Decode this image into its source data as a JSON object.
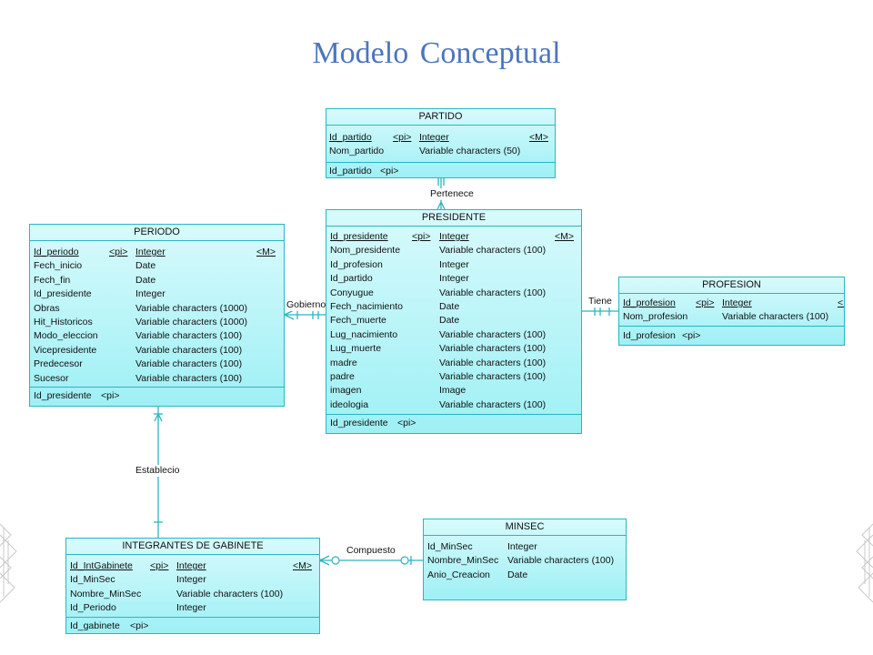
{
  "title": "Modelo  Conceptual",
  "relationships": {
    "pertenece": "Pertenece",
    "gobierno": "Gobierno",
    "tiene": "Tiene",
    "establecio": "Establecio",
    "compuesto": "Compuesto"
  },
  "entities": {
    "partido": {
      "name": "PARTIDO",
      "attributes": [
        {
          "name": "Id_partido",
          "tag": "<pi>",
          "type": "Integer",
          "flag": "<M>"
        },
        {
          "name": "Nom_partido",
          "tag": "",
          "type": "Variable characters (50)",
          "flag": ""
        }
      ],
      "key": {
        "name": "Id_partido",
        "tag": "<pi>"
      }
    },
    "presidente": {
      "name": "PRESIDENTE",
      "attributes": [
        {
          "name": "Id_presidente",
          "tag": "<pi>",
          "type": "Integer",
          "flag": "<M>"
        },
        {
          "name": "Nom_presidente",
          "tag": "",
          "type": "Variable characters (100)",
          "flag": ""
        },
        {
          "name": "Id_profesion",
          "tag": "",
          "type": "Integer",
          "flag": ""
        },
        {
          "name": "Id_partido",
          "tag": "",
          "type": "Integer",
          "flag": ""
        },
        {
          "name": "Conyugue",
          "tag": "",
          "type": "Variable characters (100)",
          "flag": ""
        },
        {
          "name": "Fech_nacimiento",
          "tag": "",
          "type": "Date",
          "flag": ""
        },
        {
          "name": "Fech_muerte",
          "tag": "",
          "type": "Date",
          "flag": ""
        },
        {
          "name": "Lug_nacimiento",
          "tag": "",
          "type": "Variable characters (100)",
          "flag": ""
        },
        {
          "name": "Lug_muerte",
          "tag": "",
          "type": "Variable characters (100)",
          "flag": ""
        },
        {
          "name": "madre",
          "tag": "",
          "type": "Variable characters (100)",
          "flag": ""
        },
        {
          "name": "padre",
          "tag": "",
          "type": "Variable characters (100)",
          "flag": ""
        },
        {
          "name": "imagen",
          "tag": "",
          "type": "Image",
          "flag": ""
        },
        {
          "name": "ideologia",
          "tag": "",
          "type": "Variable characters (100)",
          "flag": ""
        }
      ],
      "key": {
        "name": "Id_presidente",
        "tag": "<pi>"
      }
    },
    "periodo": {
      "name": "PERIODO",
      "attributes": [
        {
          "name": "Id_periodo",
          "tag": "<pi>",
          "type": "Integer",
          "flag": "<M>"
        },
        {
          "name": "Fech_inicio",
          "tag": "",
          "type": "Date",
          "flag": ""
        },
        {
          "name": "Fech_fin",
          "tag": "",
          "type": "Date",
          "flag": ""
        },
        {
          "name": "Id_presidente",
          "tag": "",
          "type": "Integer",
          "flag": ""
        },
        {
          "name": "Obras",
          "tag": "",
          "type": "Variable characters (1000)",
          "flag": ""
        },
        {
          "name": "Hit_Historicos",
          "tag": "",
          "type": "Variable characters (1000)",
          "flag": ""
        },
        {
          "name": "Modo_eleccion",
          "tag": "",
          "type": "Variable characters (100)",
          "flag": ""
        },
        {
          "name": "Vicepresidente",
          "tag": "",
          "type": "Variable characters (100)",
          "flag": ""
        },
        {
          "name": "Predecesor",
          "tag": "",
          "type": "Variable characters (100)",
          "flag": ""
        },
        {
          "name": "Sucesor",
          "tag": "",
          "type": "Variable characters (100)",
          "flag": ""
        }
      ],
      "key": {
        "name": "Id_presidente",
        "tag": "<pi>"
      }
    },
    "profesion": {
      "name": "PROFESION",
      "attributes": [
        {
          "name": "Id_profesion",
          "tag": "<pi>",
          "type": "Integer",
          "flag": "<I"
        },
        {
          "name": "Nom_profesion",
          "tag": "",
          "type": "Variable characters (100)",
          "flag": ""
        }
      ],
      "key": {
        "name": "Id_profesion",
        "tag": "<pi>"
      }
    },
    "gabinete": {
      "name": "INTEGRANTES DE GABINETE",
      "attributes": [
        {
          "name": "Id_IntGabinete",
          "tag": "<pi>",
          "type": "Integer",
          "flag": "<M>"
        },
        {
          "name": "Id_MinSec",
          "tag": "",
          "type": "Integer",
          "flag": ""
        },
        {
          "name": "Nombre_MinSec",
          "tag": "",
          "type": "Variable characters (100)",
          "flag": ""
        },
        {
          "name": "Id_Periodo",
          "tag": "",
          "type": "Integer",
          "flag": ""
        }
      ],
      "key": {
        "name": "Id_gabinete",
        "tag": "<pi>"
      }
    },
    "minsec": {
      "name": "MINSEC",
      "attributes": [
        {
          "name": "Id_MinSec",
          "tag": "",
          "type": "Integer",
          "flag": ""
        },
        {
          "name": "Nombre_MinSec",
          "tag": "",
          "type": "Variable characters (100)",
          "flag": ""
        },
        {
          "name": "Anio_Creacion",
          "tag": "",
          "type": "Date",
          "flag": ""
        }
      ]
    }
  },
  "colors": {
    "title": "#4d75bd",
    "entity_border": "#2bb5c2",
    "entity_fill_top": "#d8fafc",
    "entity_fill_bottom": "#9ef0f5",
    "connector": "#2bb5c2"
  }
}
